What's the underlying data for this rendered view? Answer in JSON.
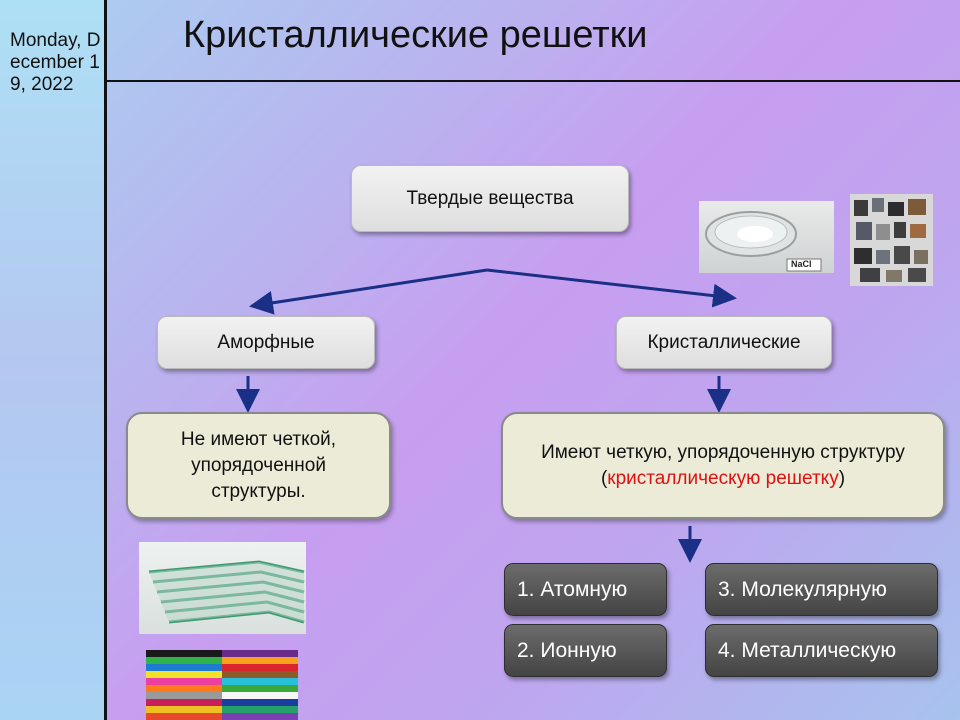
{
  "slide": {
    "date": "Monday, December 19, 2022",
    "title": "Кристаллические решетки"
  },
  "diagram": {
    "root": "Твердые вещества",
    "amorphous": {
      "label": "Аморфные",
      "description": "Не имеют четкой, упорядоченной структуры."
    },
    "crystalline": {
      "label": "Кристаллические",
      "description_prefix": "Имеют четкую, упорядоченную структуру (",
      "description_highlight": "кристаллическую решетку",
      "description_suffix": ")"
    },
    "types": [
      "1. Атомную",
      "2. Ионную",
      "3. Молекулярную",
      "4. Металлическую"
    ]
  },
  "images": {
    "nacl_label": "NaCl"
  },
  "colors": {
    "arrow": "#1a2f86",
    "highlight": "#e01010"
  }
}
